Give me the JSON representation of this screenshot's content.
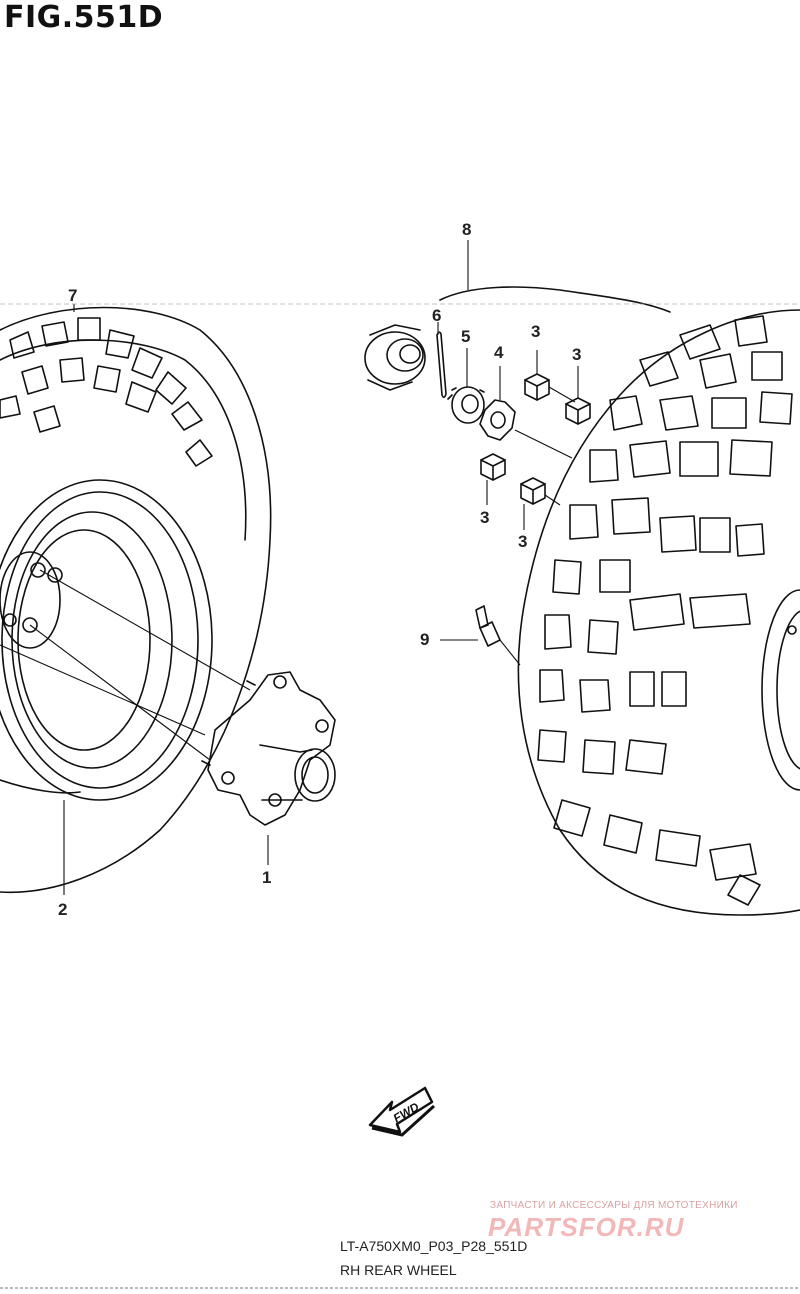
{
  "figure": {
    "title": "FIG.551D",
    "code": "LT-A750XM0_P03_P28_551D",
    "caption": "RH REAR WHEEL",
    "fwd_label": "FWD"
  },
  "callouts": [
    {
      "label": "1"
    },
    {
      "label": "2"
    },
    {
      "label": "3"
    },
    {
      "label": "3"
    },
    {
      "label": "3"
    },
    {
      "label": "3"
    },
    {
      "label": "4"
    },
    {
      "label": "5"
    },
    {
      "label": "6"
    },
    {
      "label": "7"
    },
    {
      "label": "8"
    },
    {
      "label": "9"
    }
  ],
  "watermark": {
    "subtitle": "ЗАПЧАСТИ И АКСЕССУАРЫ ДЛЯ МОТОТЕХНИКИ",
    "brand": "PARTSFOR.RU"
  }
}
